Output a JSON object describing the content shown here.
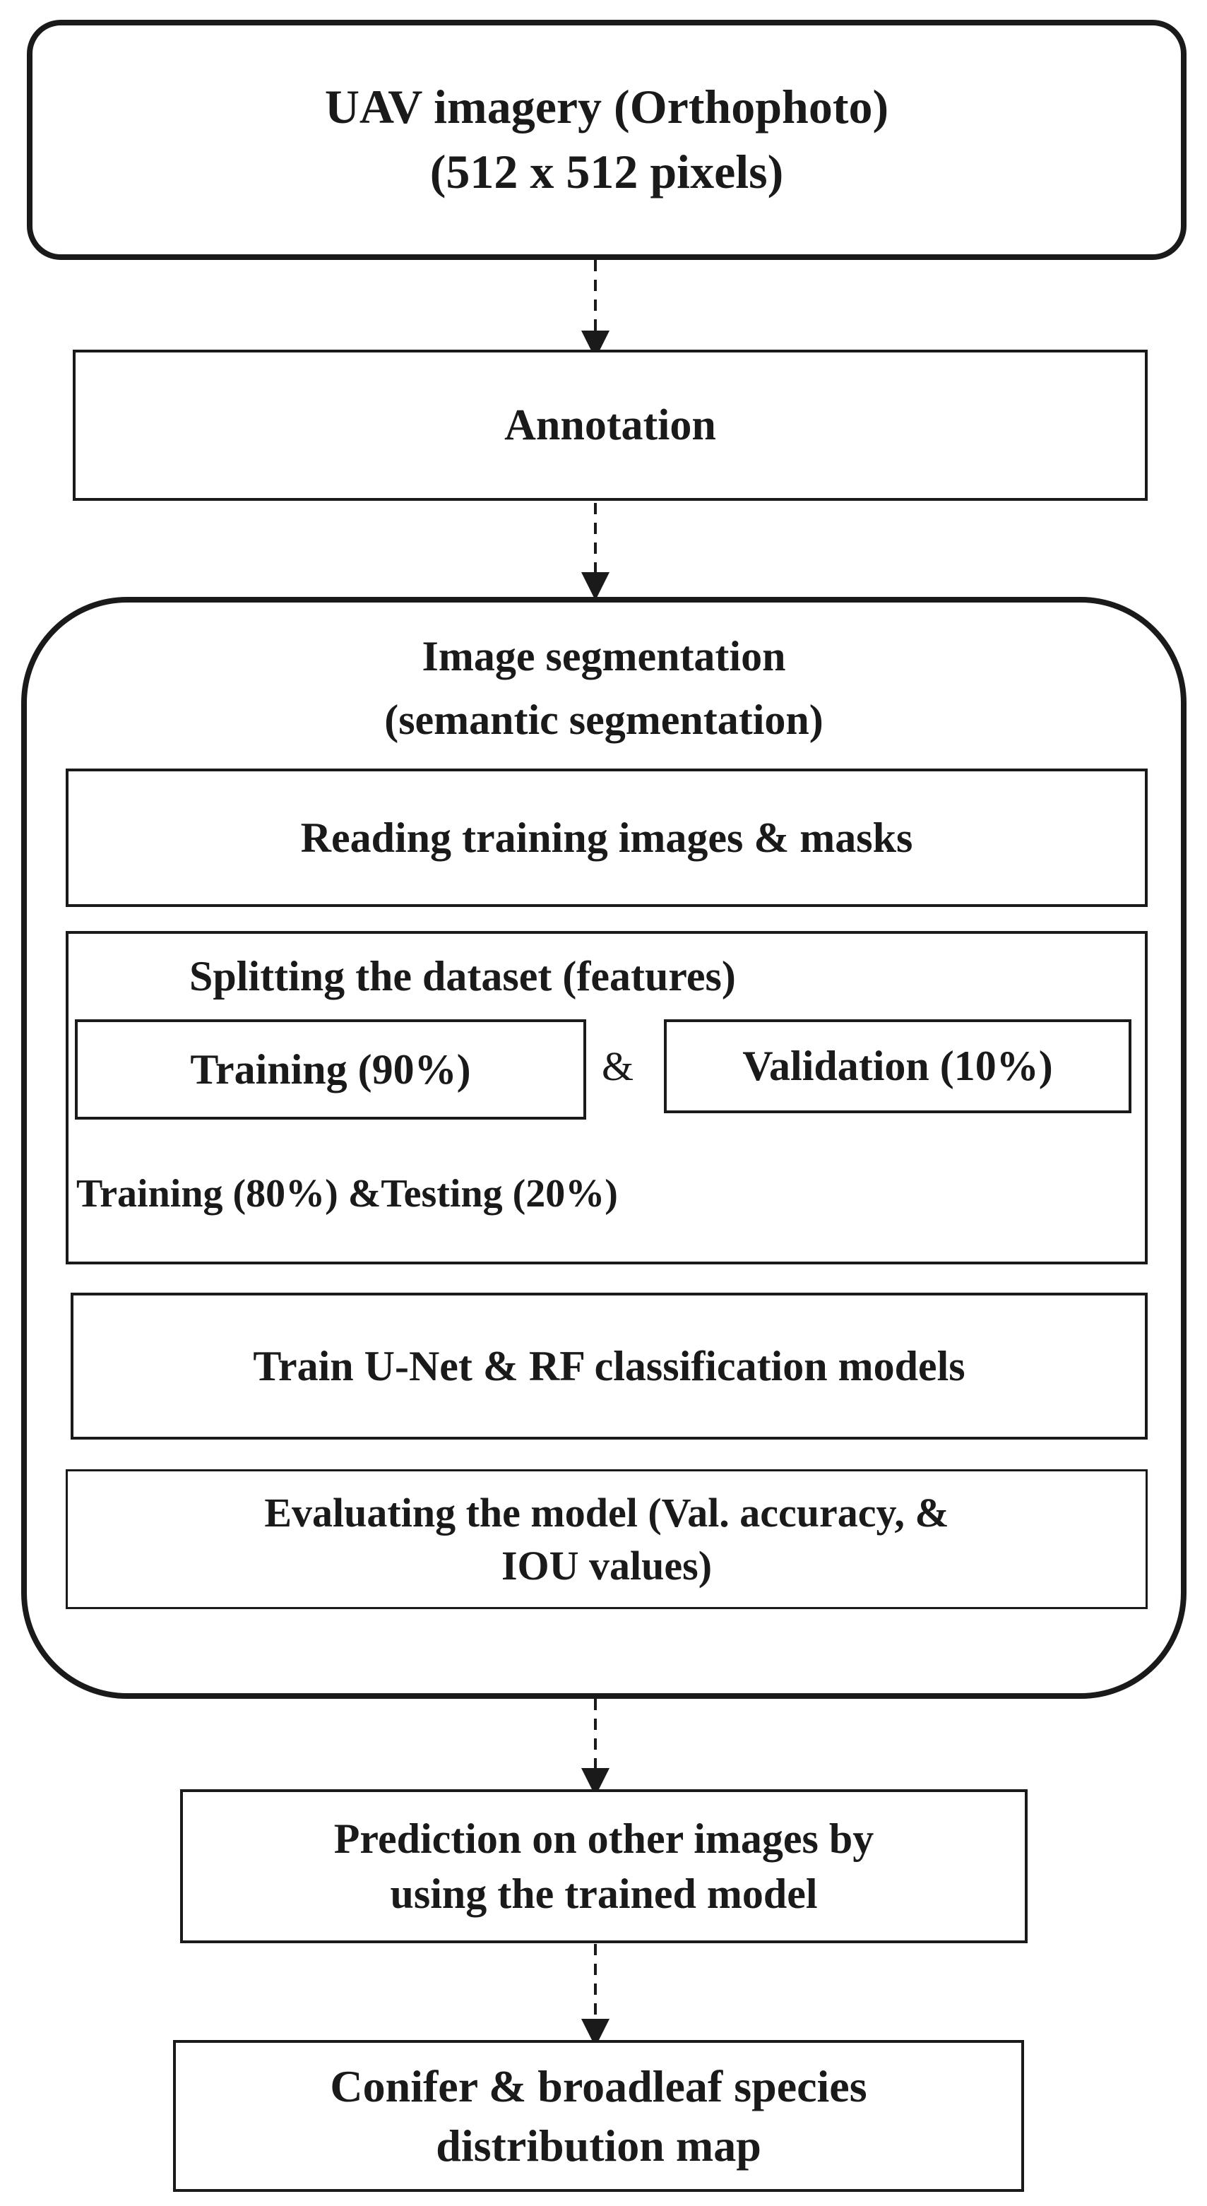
{
  "flowchart": {
    "uav": {
      "line1": "UAV imagery (Orthophoto)",
      "line2": "(512 x 512 pixels)"
    },
    "annotation": "Annotation",
    "segmentation": {
      "title1": "Image segmentation",
      "title2": "(semantic segmentation)",
      "reading": "Reading training images & masks",
      "splitting": {
        "title": "Splitting the dataset (features)",
        "training": "Training (90%)",
        "ampersand": "&",
        "validation": "Validation (10%)",
        "subsplit": "Training (80%) &Testing (20%)"
      },
      "train_models": "Train U-Net & RF classification models",
      "evaluating": {
        "line1": "Evaluating the model (Val. accuracy, &",
        "line2": "IOU values)"
      }
    },
    "prediction": {
      "line1": "Prediction on other images by",
      "line2": "using the trained model"
    },
    "output": {
      "line1": "Conifer & broadleaf species",
      "line2": "distribution map"
    }
  },
  "colors": {
    "stroke": "#1a1a1a",
    "background": "#ffffff"
  }
}
